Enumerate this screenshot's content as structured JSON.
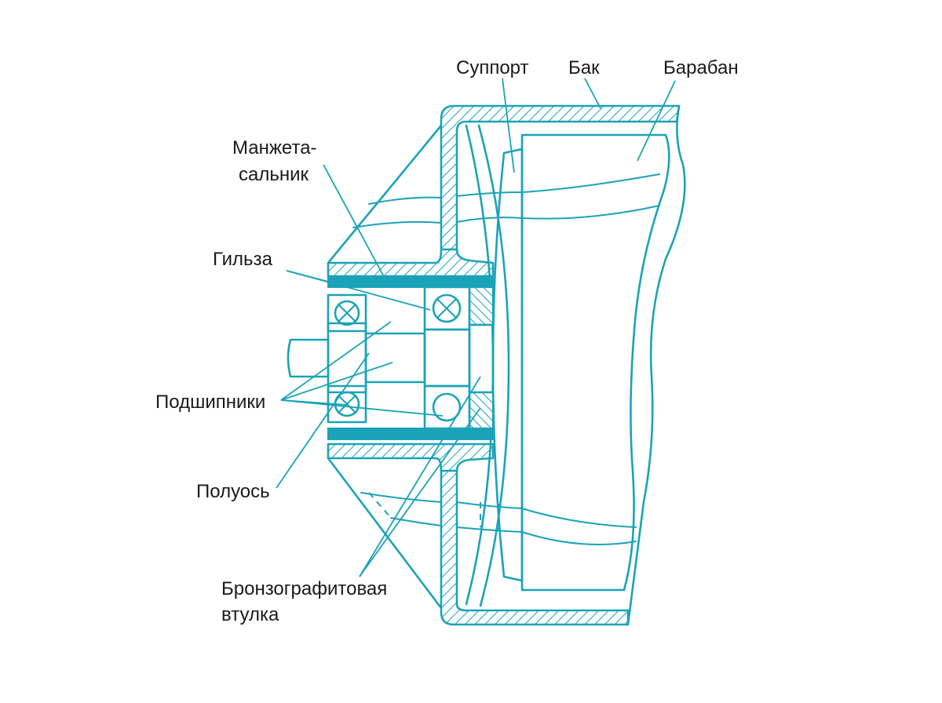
{
  "colors": {
    "accent": "#1aa3b8",
    "text": "#1a1a1a",
    "background": "#ffffff"
  },
  "labels": {
    "support": "Суппорт",
    "tank": "Бак",
    "drum": "Барабан",
    "cuff_line1": "Манжета-",
    "cuff_line2": "сальник",
    "sleeve": "Гильза",
    "bearings": "Подшипники",
    "half_shaft": "Полуось",
    "bushing_line1": "Бронзографитовая",
    "bushing_line2": "втулка"
  }
}
